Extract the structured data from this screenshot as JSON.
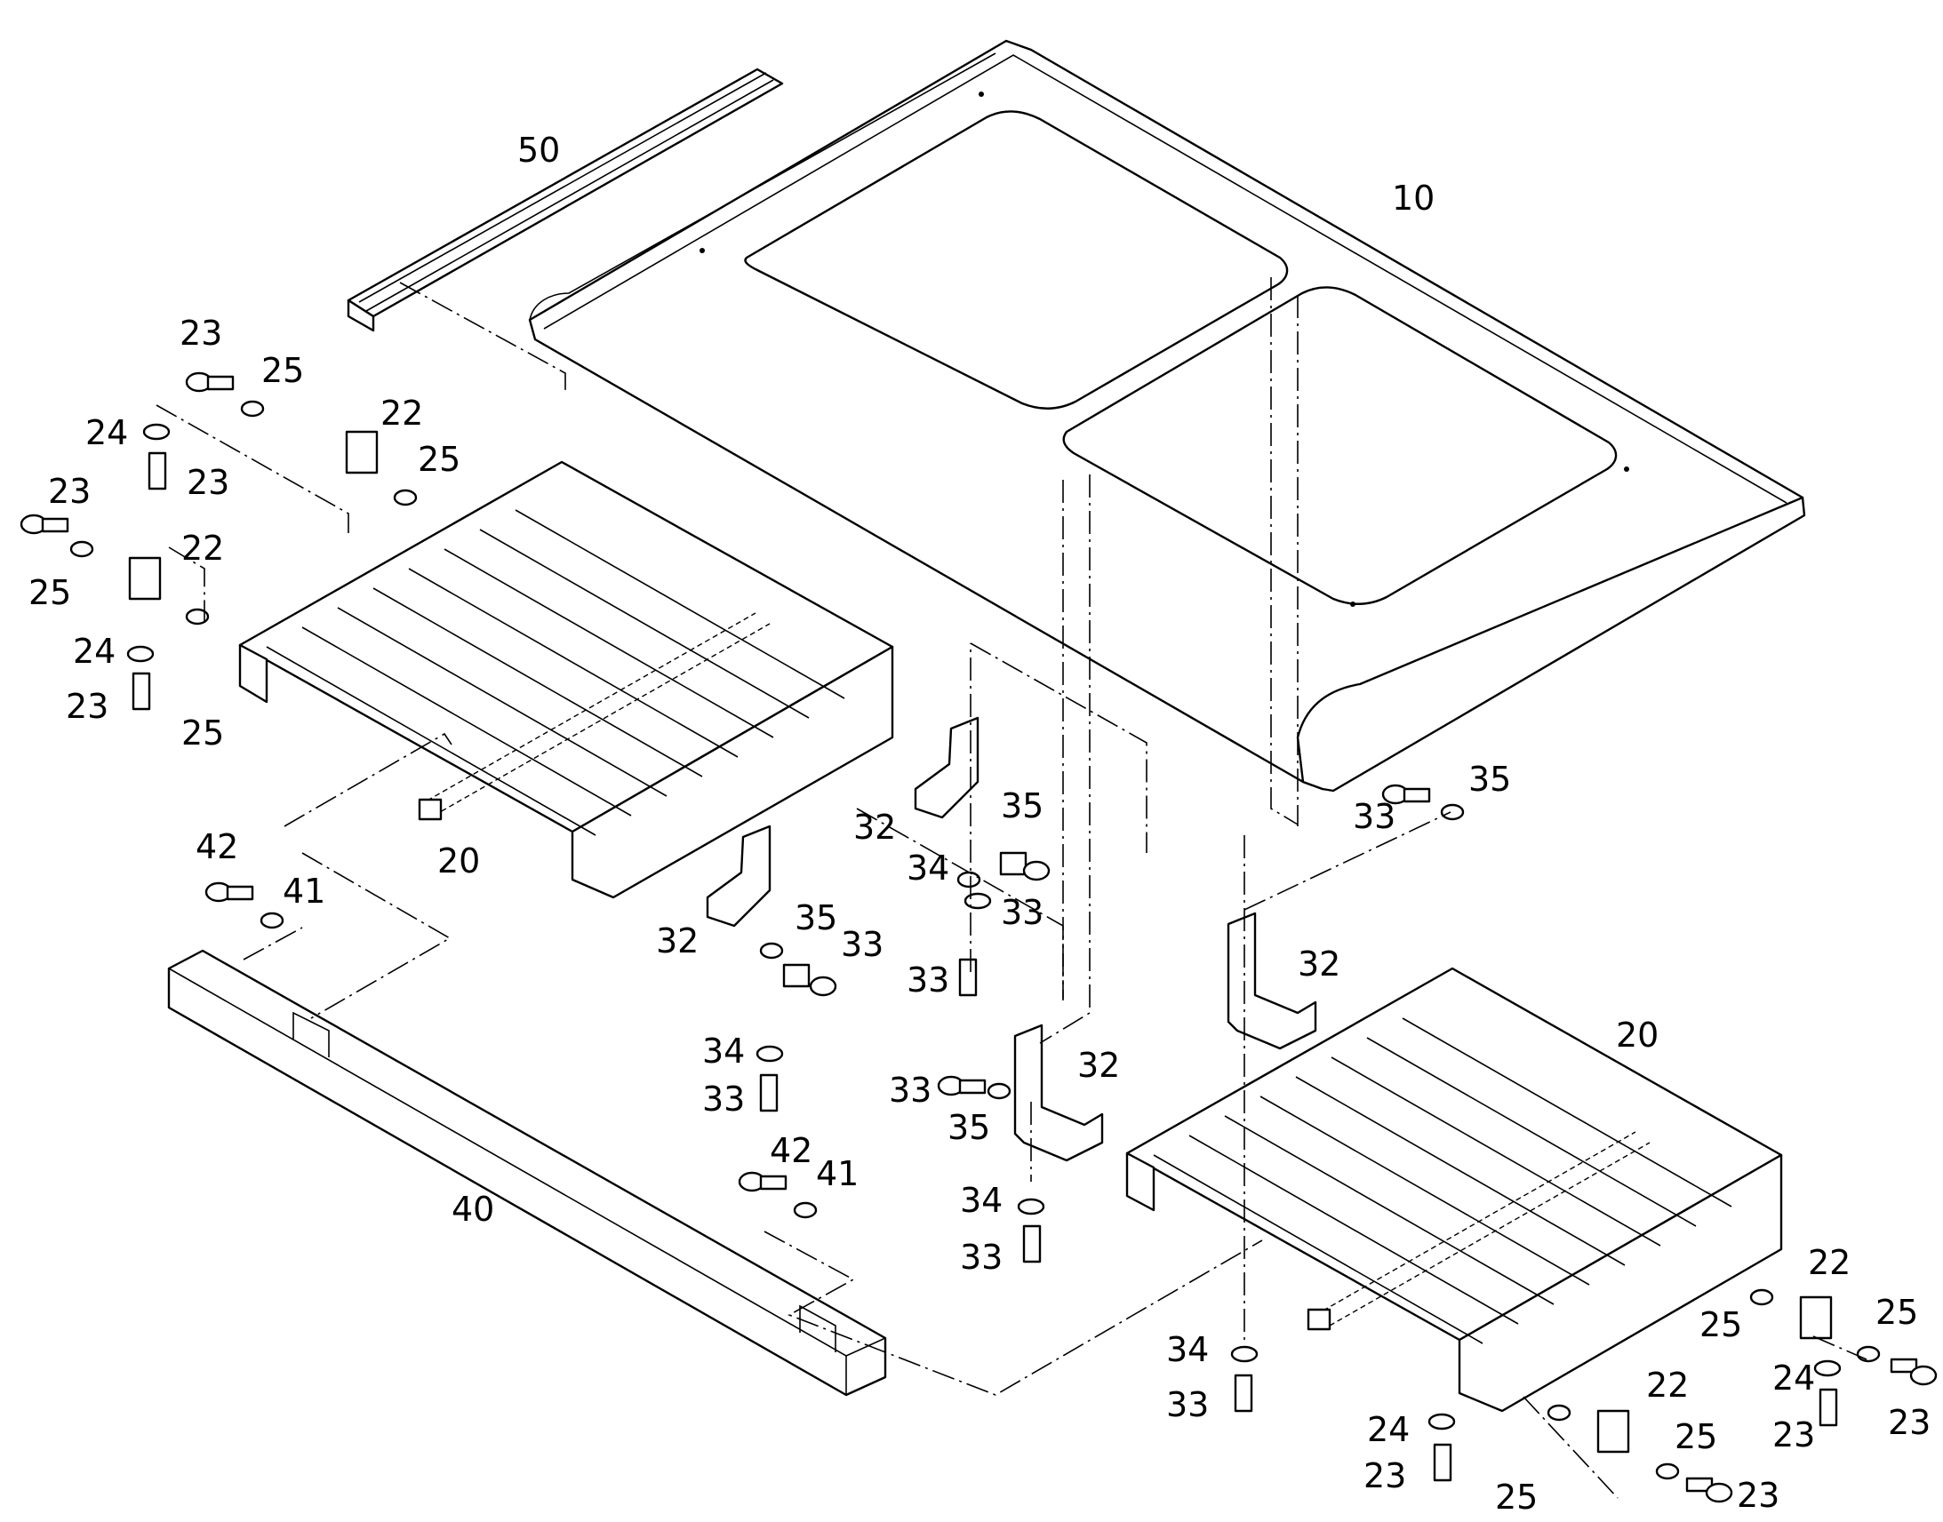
{
  "callouts": [
    {
      "text": "50"
    },
    {
      "text": "10"
    },
    {
      "text": "23"
    },
    {
      "text": "25"
    },
    {
      "text": "22"
    },
    {
      "text": "24"
    },
    {
      "text": "23"
    },
    {
      "text": "25"
    },
    {
      "text": "23"
    },
    {
      "text": "22"
    },
    {
      "text": "25"
    },
    {
      "text": "24"
    },
    {
      "text": "23"
    },
    {
      "text": "25"
    },
    {
      "text": "20"
    },
    {
      "text": "42"
    },
    {
      "text": "41"
    },
    {
      "text": "32"
    },
    {
      "text": "35"
    },
    {
      "text": "34"
    },
    {
      "text": "33"
    },
    {
      "text": "32"
    },
    {
      "text": "35"
    },
    {
      "text": "33"
    },
    {
      "text": "33"
    },
    {
      "text": "34"
    },
    {
      "text": "33"
    },
    {
      "text": "33"
    },
    {
      "text": "35"
    },
    {
      "text": "32"
    },
    {
      "text": "32"
    },
    {
      "text": "33"
    },
    {
      "text": "35"
    },
    {
      "text": "34"
    },
    {
      "text": "33"
    },
    {
      "text": "20"
    },
    {
      "text": "40"
    },
    {
      "text": "42"
    },
    {
      "text": "41"
    },
    {
      "text": "34"
    },
    {
      "text": "33"
    },
    {
      "text": "22"
    },
    {
      "text": "25"
    },
    {
      "text": "25"
    },
    {
      "text": "24"
    },
    {
      "text": "23"
    },
    {
      "text": "23"
    },
    {
      "text": "22"
    },
    {
      "text": "24"
    },
    {
      "text": "23"
    },
    {
      "text": "25"
    },
    {
      "text": "25"
    },
    {
      "text": "23"
    }
  ]
}
